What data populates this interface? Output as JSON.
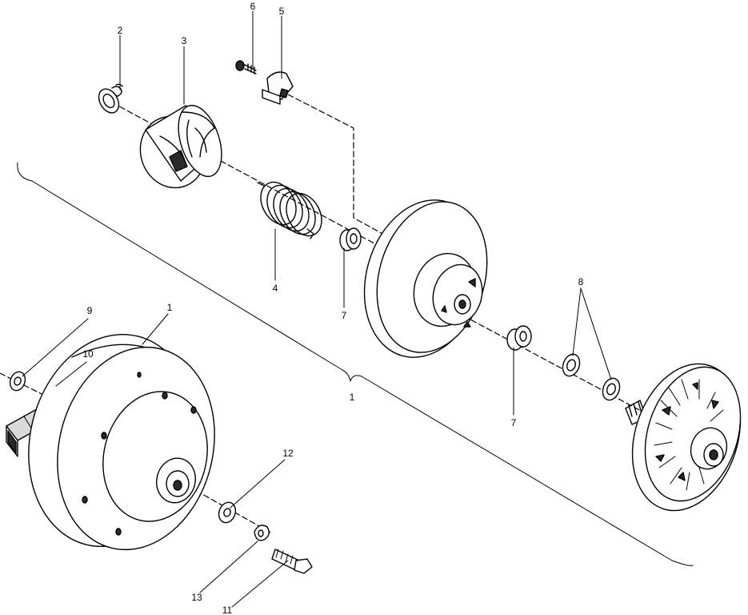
{
  "callouts": [
    {
      "id": "c1a",
      "text": "1"
    },
    {
      "id": "c1b",
      "text": "1"
    },
    {
      "id": "c2",
      "text": "2"
    },
    {
      "id": "c3",
      "text": "3"
    },
    {
      "id": "c4",
      "text": "4"
    },
    {
      "id": "c5",
      "text": "5"
    },
    {
      "id": "c6",
      "text": "6"
    },
    {
      "id": "c7a",
      "text": "7"
    },
    {
      "id": "c7b",
      "text": "7"
    },
    {
      "id": "c8",
      "text": "8"
    },
    {
      "id": "c9",
      "text": "9"
    },
    {
      "id": "c10",
      "text": "10"
    },
    {
      "id": "c11",
      "text": "11"
    },
    {
      "id": "c12",
      "text": "12"
    },
    {
      "id": "c13",
      "text": "13"
    }
  ]
}
